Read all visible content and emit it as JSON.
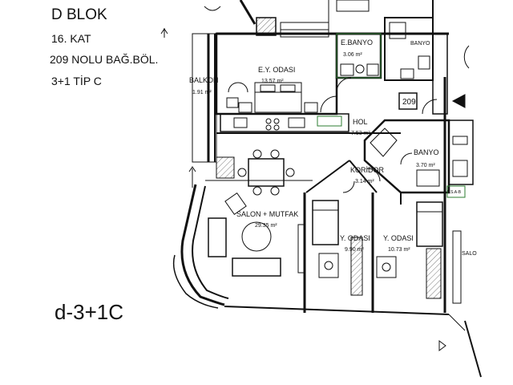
{
  "header": {
    "block": "D BLOK",
    "floor": "16. KAT",
    "unit": "209 NOLU BAĞ.BÖL.",
    "type": "3+1 TİP C"
  },
  "plan_code": "d-3+1C",
  "unit_number": "209",
  "rooms": [
    {
      "id": "ebanyo",
      "name": "E.BANYO",
      "area": "3.06 m²"
    },
    {
      "id": "ey-odasi",
      "name": "E.Y. ODASI",
      "area": "13.57 m²"
    },
    {
      "id": "balkon",
      "name": "BALKON",
      "area": "1.91 m²"
    },
    {
      "id": "hol",
      "name": "HOL",
      "area": "7.53 m²"
    },
    {
      "id": "banyo",
      "name": "BANYO",
      "area": "3.70 m²"
    },
    {
      "id": "koridor",
      "name": "KORİDOR",
      "area": "3.14 m²"
    },
    {
      "id": "salon",
      "name": "SALON + MUTFAK",
      "area": "29.35 m²"
    },
    {
      "id": "yodasi1",
      "name": "Y. ODASI",
      "area": "9.90 m²"
    },
    {
      "id": "yodasi2",
      "name": "Y. ODASI",
      "area": "10.73 m²"
    }
  ],
  "neighbor_labels": {
    "banyo": "BANYO",
    "salon": "SALO"
  },
  "shaft_label": "P.S.A-B",
  "colors": {
    "wall": "#111111",
    "fixture": "#333333",
    "shaft": "#2e7d32",
    "hatch": "#777777"
  }
}
